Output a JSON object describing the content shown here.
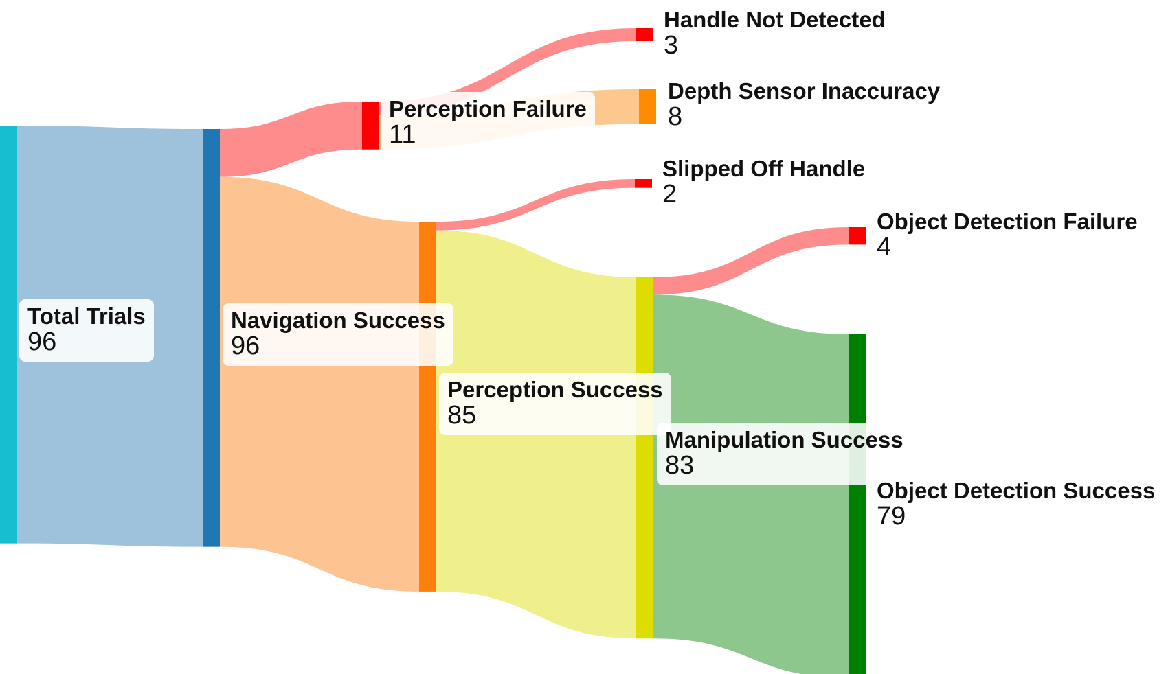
{
  "chart_data": {
    "type": "sankey",
    "nodes": [
      {
        "id": "total",
        "label": "Total Trials",
        "value": "96",
        "color": "#17becf"
      },
      {
        "id": "nav",
        "label": "Navigation Success",
        "value": "96",
        "color": "#1f77b4"
      },
      {
        "id": "pf",
        "label": "Perception Failure",
        "value": "11",
        "color": "#ff0000"
      },
      {
        "id": "ps",
        "label": "Perception Success",
        "value": "85",
        "color": "#ff7f0e"
      },
      {
        "id": "hnd",
        "label": "Handle Not Detected",
        "value": "3",
        "color": "#ff0000"
      },
      {
        "id": "dsi",
        "label": "Depth Sensor Inaccuracy",
        "value": "8",
        "color": "#ff8c00"
      },
      {
        "id": "soh",
        "label": "Slipped Off Handle",
        "value": "2",
        "color": "#ff0000"
      },
      {
        "id": "ms",
        "label": "Manipulation Success",
        "value": "83",
        "color": "#dddd00"
      },
      {
        "id": "odf",
        "label": "Object Detection Failure",
        "value": "4",
        "color": "#ff0000"
      },
      {
        "id": "ods",
        "label": "Object Detection Success",
        "value": "79",
        "color": "#008000"
      }
    ],
    "links": [
      {
        "source": "total",
        "target": "nav",
        "value": 96,
        "color": "#9ec2dc"
      },
      {
        "source": "nav",
        "target": "pf",
        "value": 11,
        "color": "#ff8c8c"
      },
      {
        "source": "nav",
        "target": "ps",
        "value": 85,
        "color": "#fdc491"
      },
      {
        "source": "pf",
        "target": "hnd",
        "value": 3,
        "color": "#ff8c8c"
      },
      {
        "source": "pf",
        "target": "dsi",
        "value": 8,
        "color": "#fdc88e"
      },
      {
        "source": "ps",
        "target": "soh",
        "value": 2,
        "color": "#ff8c8c"
      },
      {
        "source": "ps",
        "target": "ms",
        "value": 83,
        "color": "#eff08b"
      },
      {
        "source": "ms",
        "target": "odf",
        "value": 4,
        "color": "#ff8c8c"
      },
      {
        "source": "ms",
        "target": "ods",
        "value": 79,
        "color": "#8dc78e"
      }
    ]
  }
}
